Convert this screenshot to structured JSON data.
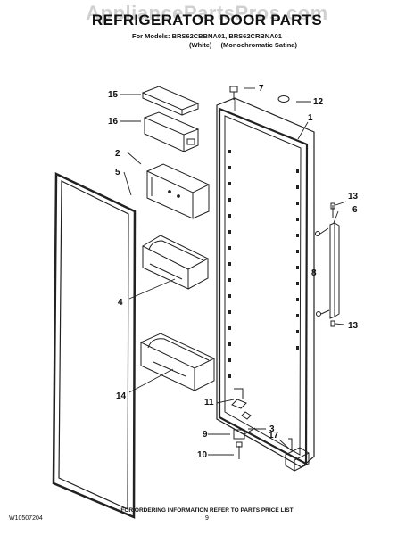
{
  "watermark": "AppliancePartsPros.com",
  "title": "REFRIGERATOR DOOR PARTS",
  "models_line": "For Models: BRS62CBBNA01, BRS62CRBNA01",
  "finishes": [
    "(White)",
    "(Monochromatic Satina)"
  ],
  "callouts": {
    "c1": "1",
    "c2": "2",
    "c3": "3",
    "c4": "4",
    "c5": "5",
    "c6": "6",
    "c7": "7",
    "c8": "8",
    "c9": "9",
    "c10": "10",
    "c11": "11",
    "c12": "12",
    "c13a": "13",
    "c13b": "13",
    "c14": "14",
    "c15": "15",
    "c16": "16",
    "c17": "17"
  },
  "footer_note": "FOR ORDERING INFORMATION REFER TO PARTS PRICE LIST",
  "doc_number": "W10507204",
  "page_number": "9"
}
